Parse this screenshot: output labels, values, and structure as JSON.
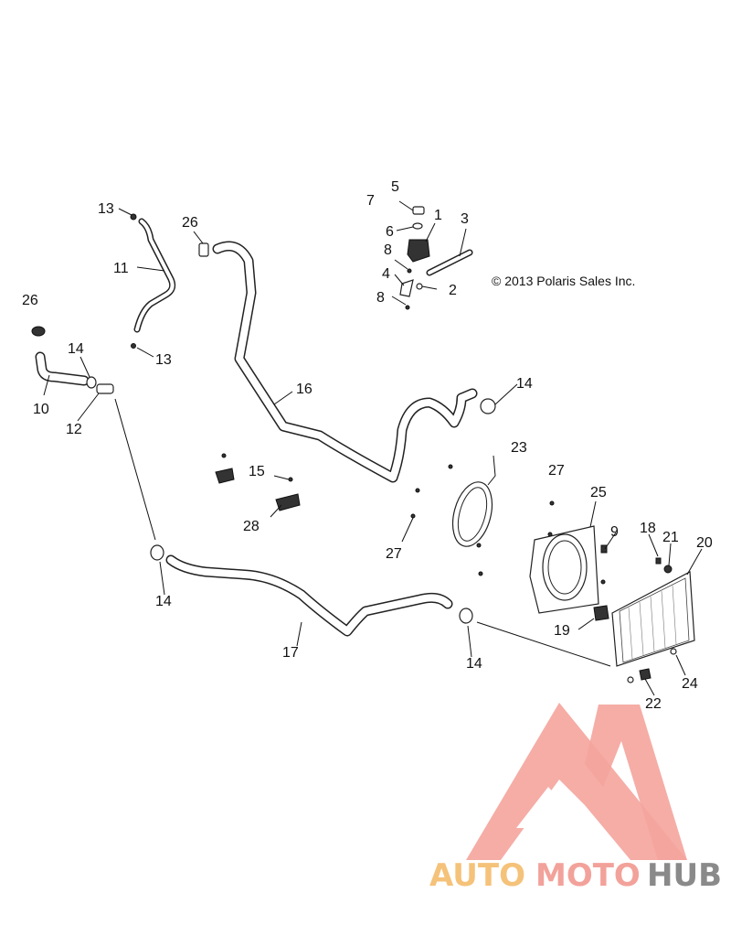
{
  "diagram": {
    "copyright": "© 2013 Polaris Sales Inc.",
    "callouts": [
      {
        "id": "c5",
        "text": "5"
      },
      {
        "id": "c7",
        "text": "7"
      },
      {
        "id": "c1",
        "text": "1"
      },
      {
        "id": "c3",
        "text": "3"
      },
      {
        "id": "c6",
        "text": "6"
      },
      {
        "id": "c8a",
        "text": "8"
      },
      {
        "id": "c4",
        "text": "4"
      },
      {
        "id": "c2",
        "text": "2"
      },
      {
        "id": "c8b",
        "text": "8"
      },
      {
        "id": "c13a",
        "text": "13"
      },
      {
        "id": "c26a",
        "text": "26"
      },
      {
        "id": "c11",
        "text": "11"
      },
      {
        "id": "c13b",
        "text": "13"
      },
      {
        "id": "c26b",
        "text": "26"
      },
      {
        "id": "c14a",
        "text": "14"
      },
      {
        "id": "c10",
        "text": "10"
      },
      {
        "id": "c12",
        "text": "12"
      },
      {
        "id": "c16",
        "text": "16"
      },
      {
        "id": "c14b",
        "text": "14"
      },
      {
        "id": "c23",
        "text": "23"
      },
      {
        "id": "c15",
        "text": "15"
      },
      {
        "id": "c27a",
        "text": "27"
      },
      {
        "id": "c28",
        "text": "28"
      },
      {
        "id": "c25",
        "text": "25"
      },
      {
        "id": "c27b",
        "text": "27"
      },
      {
        "id": "c9",
        "text": "9"
      },
      {
        "id": "c18",
        "text": "18"
      },
      {
        "id": "c21",
        "text": "21"
      },
      {
        "id": "c20",
        "text": "20"
      },
      {
        "id": "c14c",
        "text": "14"
      },
      {
        "id": "c19",
        "text": "19"
      },
      {
        "id": "c17",
        "text": "17"
      },
      {
        "id": "c14d",
        "text": "14"
      },
      {
        "id": "c24",
        "text": "24"
      },
      {
        "id": "c22",
        "text": "22"
      }
    ]
  },
  "watermark": {
    "part1": "AUTO",
    "part2": "MOTO",
    "part3": "HUB",
    "colors": {
      "auto": "#f5c27a",
      "moto": "#f2a29a",
      "hub": "#8a8a8a",
      "logo": "#f4a49c"
    }
  }
}
